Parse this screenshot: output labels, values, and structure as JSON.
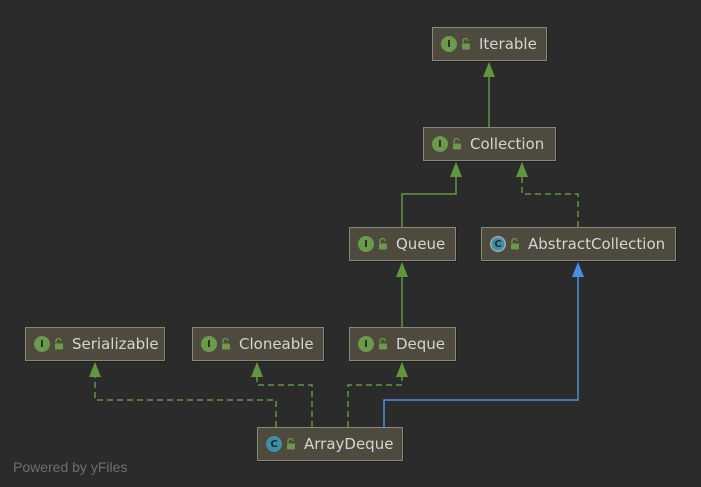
{
  "nodes": {
    "iterable": {
      "label": "Iterable",
      "kind": "I"
    },
    "collection": {
      "label": "Collection",
      "kind": "I"
    },
    "queue": {
      "label": "Queue",
      "kind": "I"
    },
    "abstract_collection": {
      "label": "AbstractCollection",
      "kind": "C"
    },
    "serializable": {
      "label": "Serializable",
      "kind": "I"
    },
    "cloneable": {
      "label": "Cloneable",
      "kind": "I"
    },
    "deque": {
      "label": "Deque",
      "kind": "I"
    },
    "array_deque": {
      "label": "ArrayDeque",
      "kind": "C"
    }
  },
  "edges": [
    {
      "from": "Collection",
      "to": "Iterable",
      "type": "extends"
    },
    {
      "from": "Queue",
      "to": "Collection",
      "type": "extends"
    },
    {
      "from": "AbstractCollection",
      "to": "Collection",
      "type": "implements"
    },
    {
      "from": "Deque",
      "to": "Queue",
      "type": "extends"
    },
    {
      "from": "ArrayDeque",
      "to": "Serializable",
      "type": "implements"
    },
    {
      "from": "ArrayDeque",
      "to": "Cloneable",
      "type": "implements"
    },
    {
      "from": "ArrayDeque",
      "to": "Deque",
      "type": "implements"
    },
    {
      "from": "ArrayDeque",
      "to": "AbstractCollection",
      "type": "extends-class"
    }
  ],
  "colors": {
    "background": "#2b2b2b",
    "interface_edge": "#62963e",
    "class_edge": "#4b8fe0"
  },
  "watermark": "Powered by yFiles"
}
